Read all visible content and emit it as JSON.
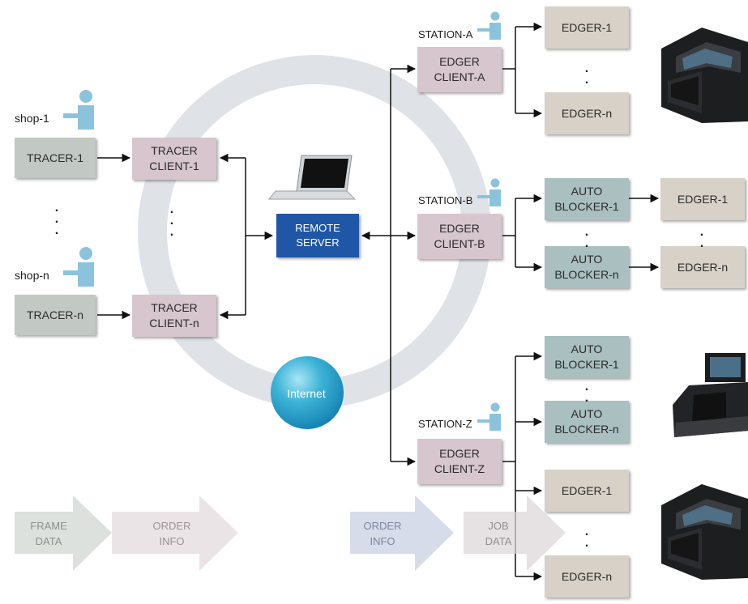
{
  "left": {
    "shop_1": "shop-1",
    "shop_n": "shop-n",
    "tracer_1": "TRACER-1",
    "tracer_n": "TRACER-n",
    "tracer_client_1": "TRACER\nCLIENT-1",
    "tracer_client_n": "TRACER\nCLIENT-n",
    "dots_left": ".\n.\n.",
    "dots_mid": ".\n.\n."
  },
  "center": {
    "remote_server": "REMOTE\nSERVER",
    "internet": "Internet"
  },
  "station_a": {
    "label": "STATION-A",
    "edger_client": "EDGER\nCLIENT-A",
    "edger_1": "EDGER-1",
    "edger_n": "EDGER-n",
    "dots": ".\n."
  },
  "station_b": {
    "label": "STATION-B",
    "edger_client": "EDGER\nCLIENT-B",
    "auto_blocker_1": "AUTO\nBLOCKER-1",
    "auto_blocker_n": "AUTO\nBLOCKER-n",
    "edger_1": "EDGER-1",
    "edger_n": "EDGER-n",
    "dots_1": ".\n.",
    "dots_2": ".\n."
  },
  "station_z": {
    "label": "STATION-Z",
    "edger_client": "EDGER\nCLIENT-Z",
    "auto_blocker_1": "AUTO\nBLOCKER-1",
    "auto_blocker_n": "AUTO\nBLOCKER-n",
    "edger_1": "EDGER-1",
    "edger_n": "EDGER-n",
    "dots_1": ".\n.",
    "dots_2": ".\n."
  },
  "legend": {
    "frame_data": "FRAME\nDATA",
    "order_info_1": "ORDER\nINFO",
    "order_info_2": "ORDER\nINFO",
    "job_data": "JOB\nDATA"
  },
  "colors": {
    "tracer": "#c2c9c4",
    "client": "#d7c6cd",
    "edger": "#d8d1c8",
    "blocker": "#a9bfc0",
    "server": "#1f57a6",
    "person": "#8cc3dc",
    "internet": "#31a9cd"
  }
}
